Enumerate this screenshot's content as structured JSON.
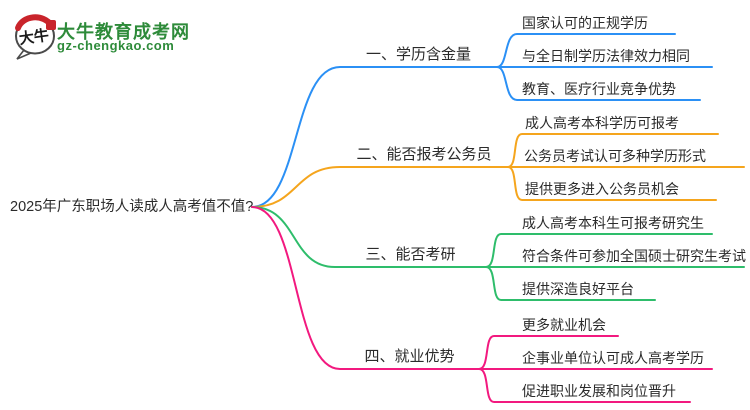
{
  "logo": {
    "icon_text": "大牛",
    "site_name": "大牛教育成考网",
    "site_url": "gz-chengkao.com",
    "brand_color": "#2E8B3A",
    "seal_color": "#C9242B"
  },
  "root": {
    "label": "2025年广东职场人读成人高考值不值?"
  },
  "branches": [
    {
      "label": "一、学历含金量",
      "color": "#2B90F5",
      "children": [
        "国家认可的正规学历",
        "与全日制学历法律效力相同",
        "教育、医疗行业竞争优势"
      ]
    },
    {
      "label": "二、能否报考公务员",
      "color": "#F5A51D",
      "children": [
        "成人高考本科学历可报考",
        "公务员考试认可多种学历形式",
        "提供更多进入公务员机会"
      ]
    },
    {
      "label": "三、能否考研",
      "color": "#2EBD6B",
      "children": [
        "成人高考本科生可报考研究生",
        "符合条件可参加全国硕士研究生考试",
        "提供深造良好平台"
      ]
    },
    {
      "label": "四、就业优势",
      "color": "#F2197F",
      "children": [
        "更多就业机会",
        "企事业单位认可成人高考学历",
        "促进职业发展和岗位晋升"
      ]
    }
  ]
}
